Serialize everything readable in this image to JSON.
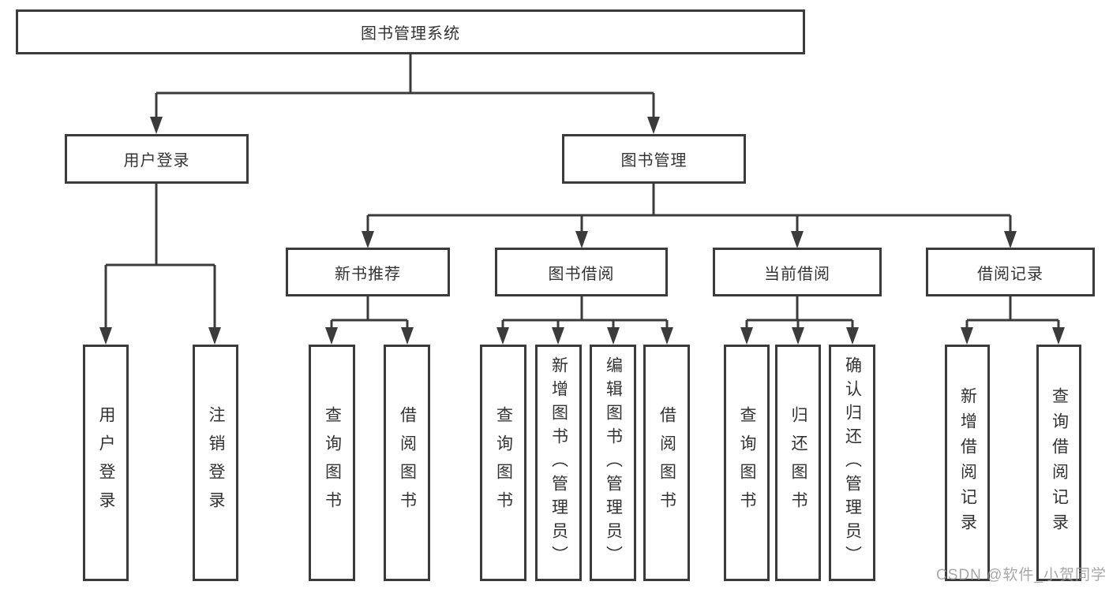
{
  "tree": {
    "label": "图书管理系统",
    "children": [
      {
        "label": "用户登录",
        "children": [
          {
            "label": "用户登录"
          },
          {
            "label": "注销登录"
          }
        ]
      },
      {
        "label": "图书管理",
        "children": [
          {
            "label": "新书推荐",
            "children": [
              {
                "label": "查询图书"
              },
              {
                "label": "借阅图书"
              }
            ]
          },
          {
            "label": "图书借阅",
            "children": [
              {
                "label": "查询图书"
              },
              {
                "label": "新增图书（管理员）"
              },
              {
                "label": "编辑图书（管理员）"
              },
              {
                "label": "借阅图书"
              }
            ]
          },
          {
            "label": "当前借阅",
            "children": [
              {
                "label": "查询图书"
              },
              {
                "label": "归还图书"
              },
              {
                "label": "确认归还（管理员）"
              }
            ]
          },
          {
            "label": "借阅记录",
            "children": [
              {
                "label": "新增借阅记录"
              },
              {
                "label": "查询借阅记录"
              }
            ]
          }
        ]
      }
    ]
  },
  "watermark": "CSDN @软件_小贺同学",
  "colors": {
    "line": "#3b3b3b",
    "text": "#333333",
    "watermark": "#9b9b9b",
    "background": "#ffffff"
  }
}
